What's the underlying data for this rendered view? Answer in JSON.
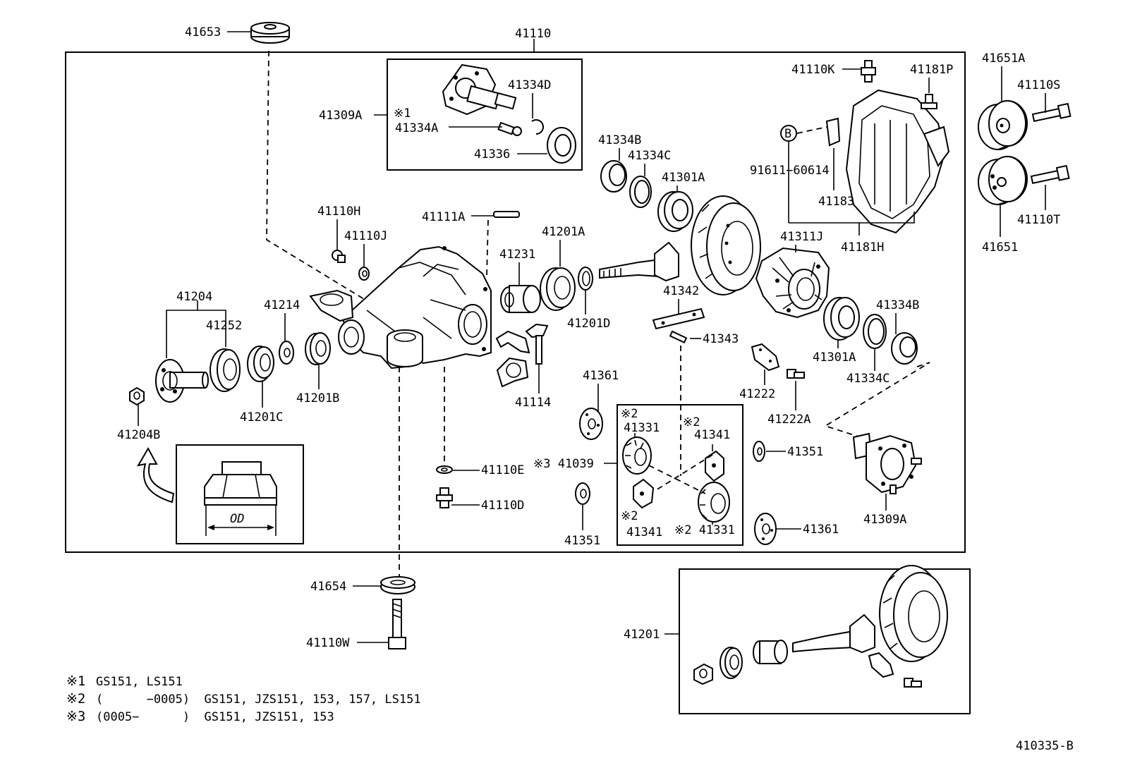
{
  "assembly_label": "41110",
  "drawing_number": "410335-B",
  "callouts": {
    "p41653": "41653",
    "p41309A_top": "41309A",
    "mark1_box": "※1",
    "p41334D": "41334D",
    "p41334A": "41334A",
    "p41336": "41336",
    "p41110K": "41110K",
    "p41181P": "41181P",
    "p41651A": "41651A",
    "p41110S": "41110S",
    "p41110T": "41110T",
    "p41651": "41651",
    "pB": "B",
    "p91611": "91611−60614",
    "p41183": "41183",
    "p41181H": "41181H",
    "p41334B_top": "41334B",
    "p41334C_top": "41334C",
    "p41301A_top": "41301A",
    "p41110H": "41110H",
    "p41110J": "41110J",
    "p41111A": "41111A",
    "p41231": "41231",
    "p41201A": "41201A",
    "p41201D": "41201D",
    "p41311J": "41311J",
    "p41342": "41342",
    "p41343": "41343",
    "p41204": "41204",
    "p41252": "41252",
    "p41214": "41214",
    "p41201C": "41201C",
    "p41201B": "41201B",
    "p41204B": "41204B",
    "p41114": "41114",
    "p41361_top": "41361",
    "p41301A_right": "41301A",
    "p41334B_right": "41334B",
    "p41334C_right": "41334C",
    "p41222": "41222",
    "p41222A": "41222A",
    "p41351_right": "41351",
    "p41309A_bottom": "41309A",
    "p41361_bottom": "41361",
    "p41110E": "41110E",
    "p41110D": "41110D",
    "p41039": "※3 41039",
    "p41351_bottom": "41351",
    "box2_mark_tl": "※2",
    "box2_41331_top": "41331",
    "box2_mark_tr": "※2",
    "box2_41341_top": "41341",
    "box2_mark_bl": "※2",
    "box2_41341_bottom": "41341",
    "box2_41331_bottom": "※2 41331",
    "p41654": "41654",
    "p41110W": "41110W",
    "p41201": "41201",
    "od_label": "OD"
  },
  "notes": [
    {
      "mark": "※1",
      "text": "GS151, LS151"
    },
    {
      "mark": "※2",
      "text": "(      −0005)  GS151, JZS151, 153, 157, LS151"
    },
    {
      "mark": "※3",
      "text": "(0005−      )  GS151, JZS151, 153"
    }
  ]
}
